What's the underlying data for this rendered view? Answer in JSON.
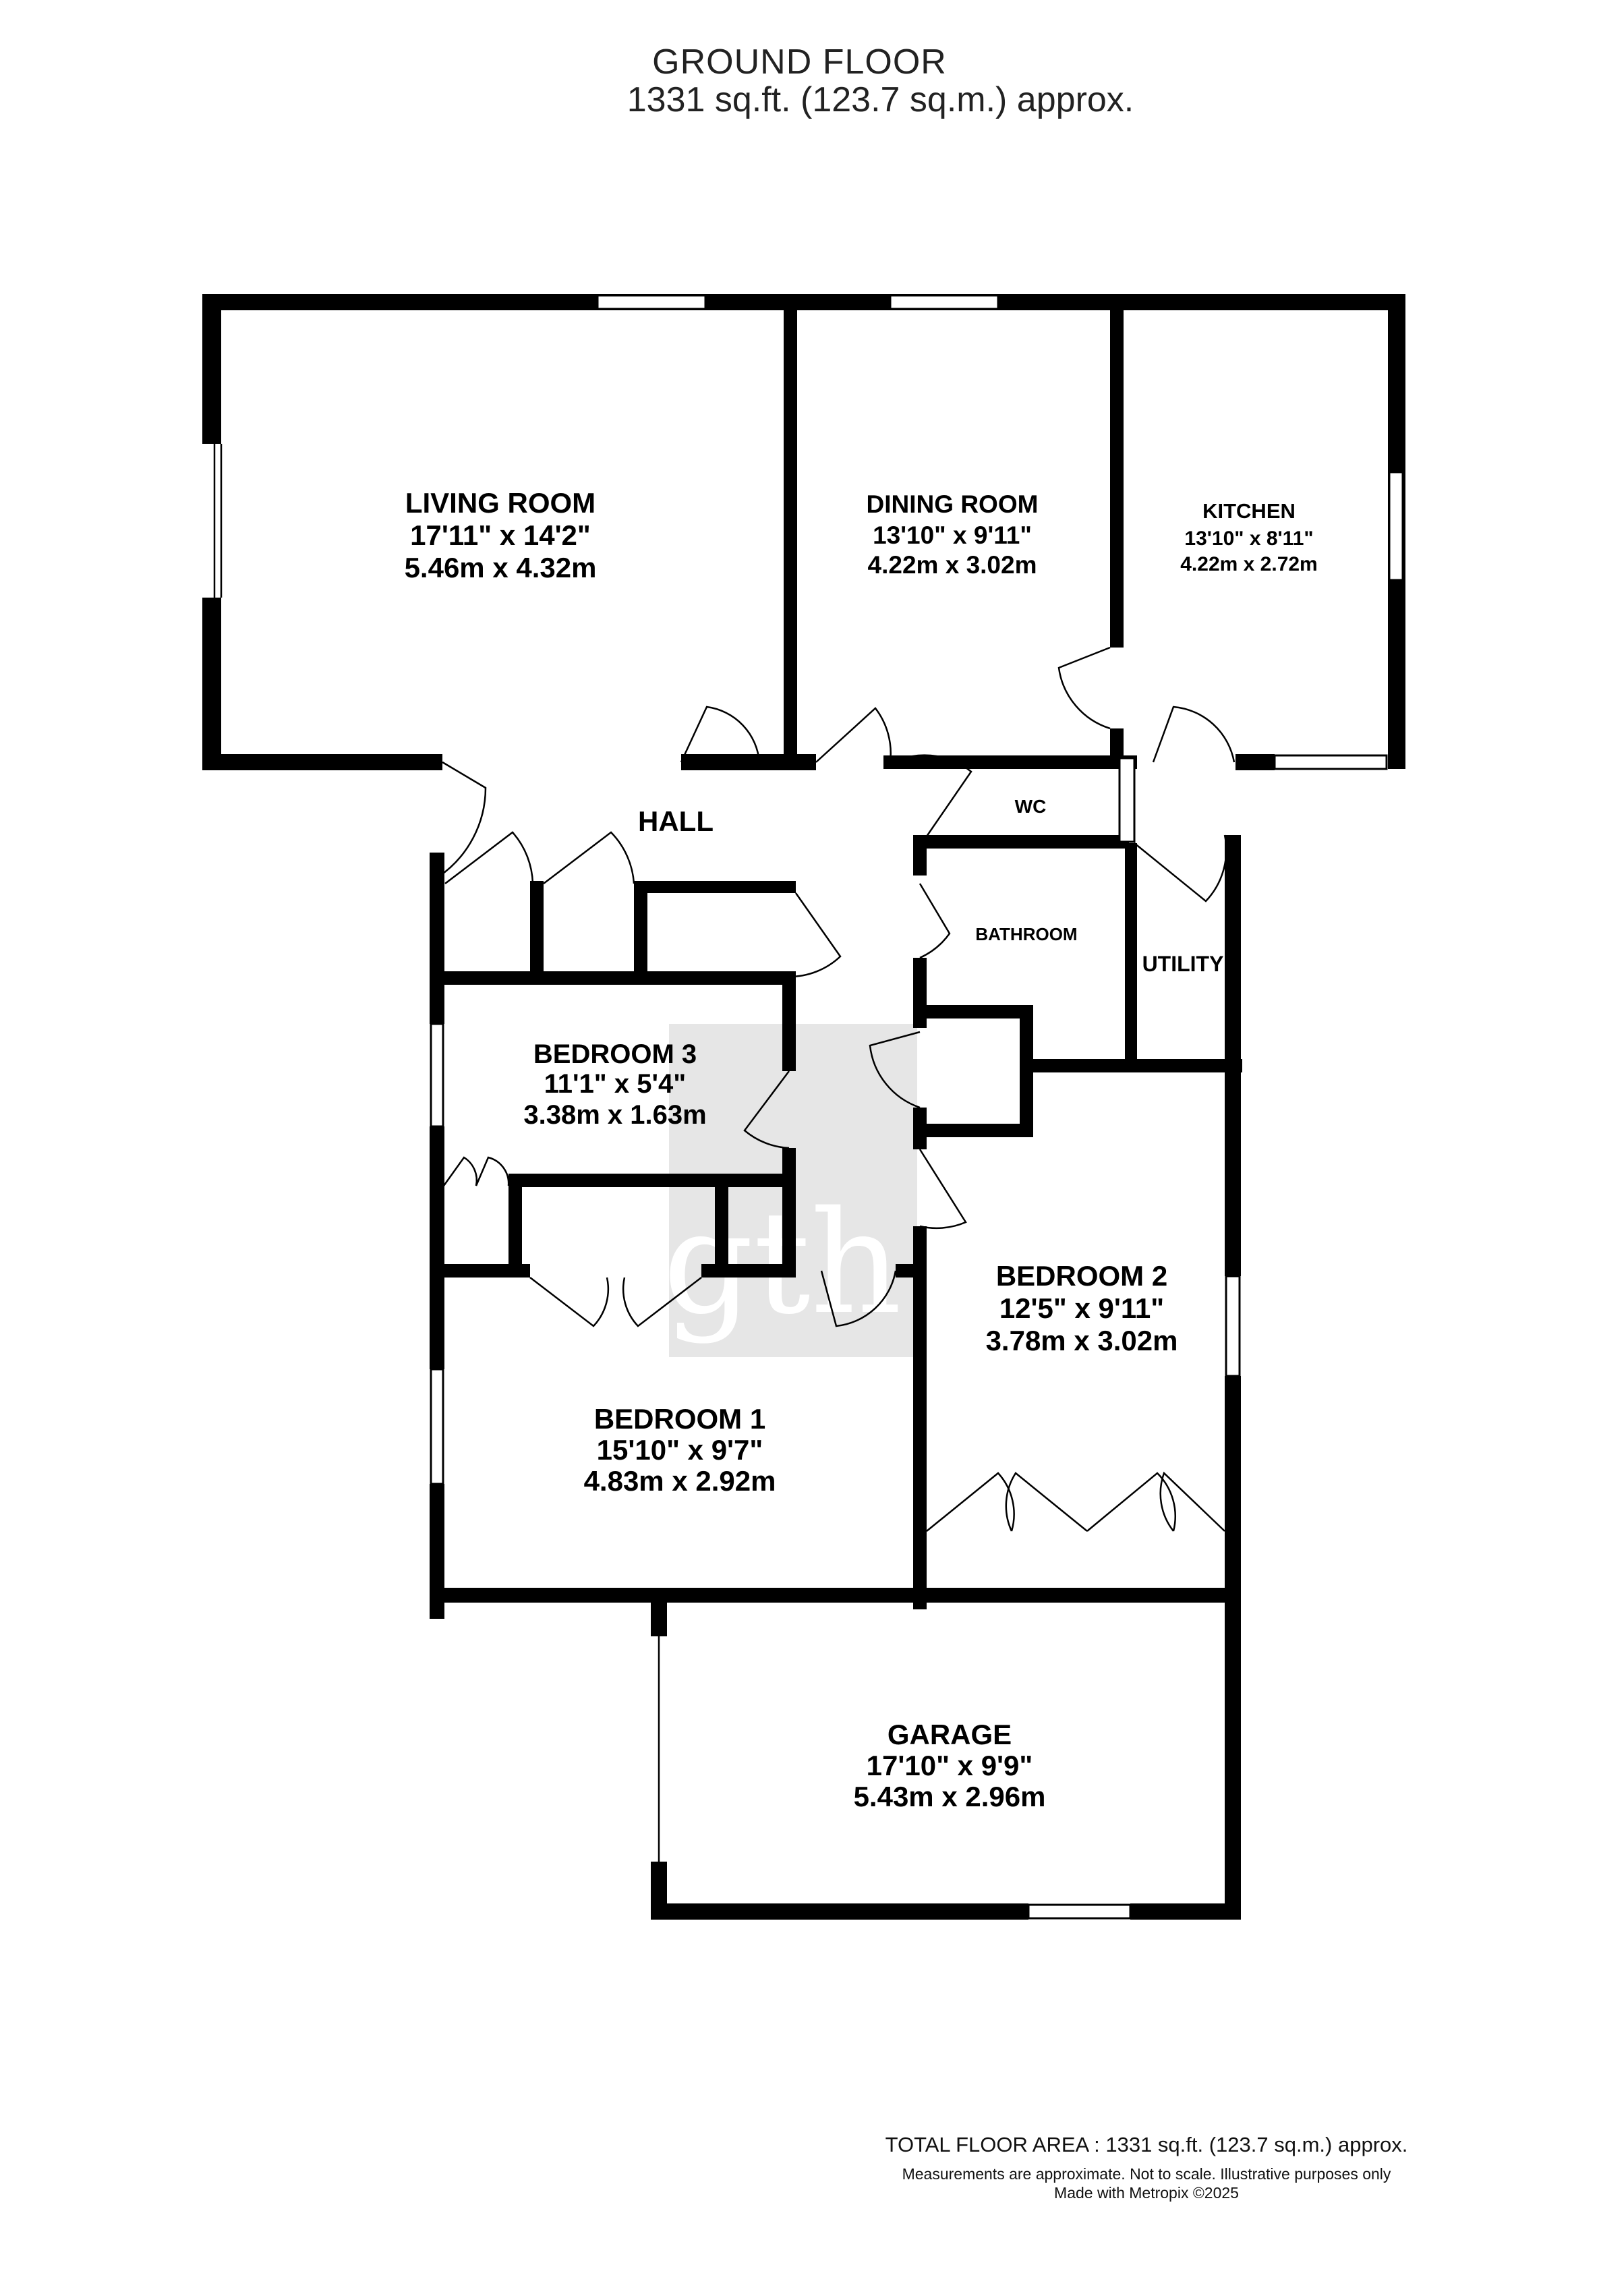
{
  "header": {
    "floor": "GROUND FLOOR",
    "area": "1331 sq.ft. (123.7 sq.m.) approx."
  },
  "watermark": "gth",
  "rooms": {
    "living": {
      "name": "LIVING ROOM",
      "imperial": "17'11\"  x 14'2\"",
      "metric": "5.46m  x 4.32m"
    },
    "dining": {
      "name": "DINING ROOM",
      "imperial": "13'10\"  x 9'11\"",
      "metric": "4.22m  x 3.02m"
    },
    "kitchen": {
      "name": "KITCHEN",
      "imperial": "13'10\"  x 8'11\"",
      "metric": "4.22m  x 2.72m"
    },
    "hall": {
      "name": "HALL"
    },
    "wc": {
      "name": "WC"
    },
    "bathroom": {
      "name": "BATHROOM"
    },
    "utility": {
      "name": "UTILITY"
    },
    "bedroom3": {
      "name": "BEDROOM 3",
      "imperial": "11'1\"  x 5'4\"",
      "metric": "3.38m  x 1.63m"
    },
    "bedroom2": {
      "name": "BEDROOM 2",
      "imperial": "12'5\"  x 9'11\"",
      "metric": "3.78m  x 3.02m"
    },
    "bedroom1": {
      "name": "BEDROOM 1",
      "imperial": "15'10\"  x 9'7\"",
      "metric": "4.83m  x 2.92m"
    },
    "garage": {
      "name": "GARAGE",
      "imperial": "17'10\"  x 9'9\"",
      "metric": "5.43m  x 2.96m"
    }
  },
  "footer": {
    "total": "TOTAL FLOOR AREA : 1331 sq.ft. (123.7 sq.m.) approx.",
    "disclaimer": "Measurements are approximate.  Not to scale.  Illustrative purposes only",
    "credit": "Made with Metropix ©2025"
  }
}
